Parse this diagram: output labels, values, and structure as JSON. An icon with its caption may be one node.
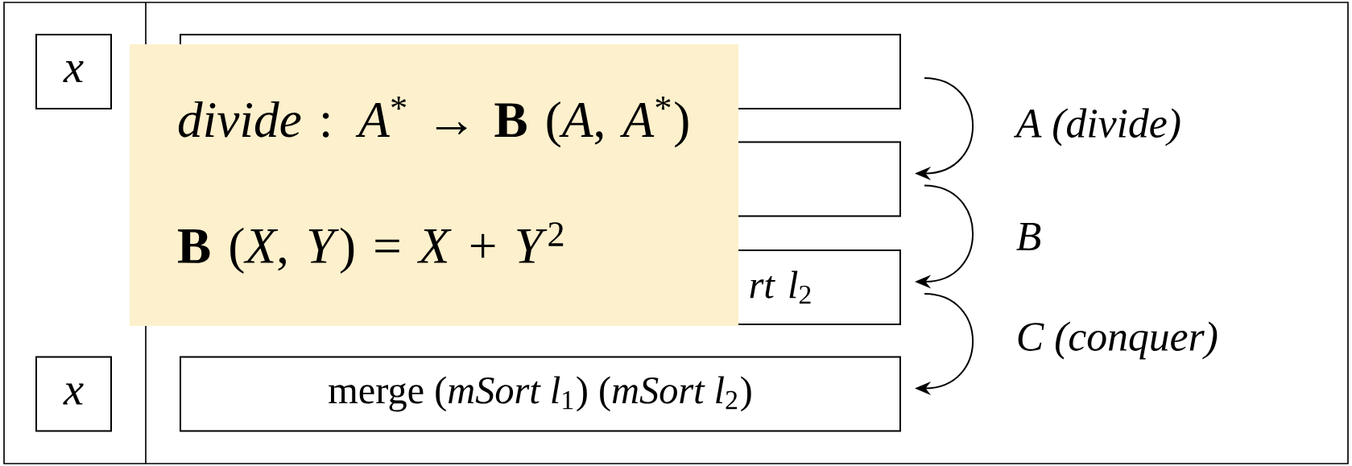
{
  "diagram": {
    "nodes": [
      {
        "text": [
          "x"
        ]
      },
      {
        "text": [
          "x"
        ]
      },
      {
        "text": [],
        "shape": "box"
      },
      {
        "text": [],
        "shape": "box"
      },
      {
        "text": [
          "*rt l*$_{2}$"
        ]
      },
      {
        "text": [
          "merge (*mSort l*$_{1}$) (*mSort l*$_{2}$)"
        ]
      },
      {
        "text": [
          "*divide* : *A*$^{*}$ → **B** (*A*, *A*$^{*}$)",
          "**B** (*X*, *Y*) = *X* + *Y*$^{2}$"
        ]
      }
    ],
    "edges": [
      {
        "from": 2,
        "to": 3,
        "arrow": "to",
        "label": "A (divide)"
      },
      {
        "from": 3,
        "to": 4,
        "arrow": "to",
        "label": "B"
      },
      {
        "from": 4,
        "to": 5,
        "arrow": "to",
        "label": "C (conquer)"
      }
    ]
  }
}
